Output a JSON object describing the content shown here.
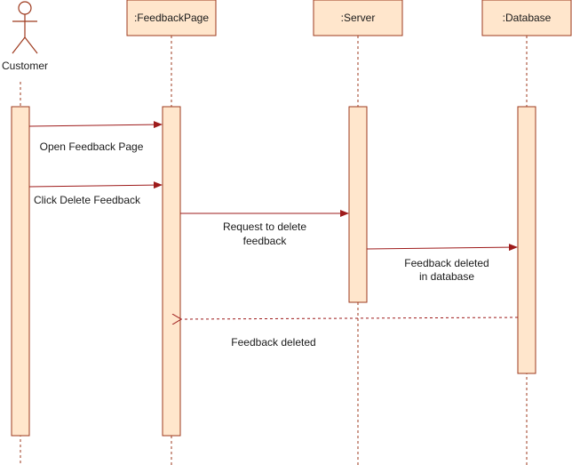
{
  "participants": {
    "customer": {
      "label": "Customer"
    },
    "feedback_page": {
      "label": ":FeedbackPage"
    },
    "server": {
      "label": ":Server"
    },
    "database": {
      "label": ":Database"
    }
  },
  "messages": {
    "open_feedback": {
      "label": "Open Feedback Page"
    },
    "click_delete": {
      "label": "Click Delete Feedback"
    },
    "request_delete": {
      "line1": "Request to delete",
      "line2": "feedback"
    },
    "deleted_in_db": {
      "line1": "Feedback deleted",
      "line2": "in database"
    },
    "feedback_deleted": {
      "label": "Feedback deleted"
    }
  },
  "colors": {
    "box_fill": "#ffe6cc",
    "box_stroke": "#9e3a1e",
    "arrow": "#9e1b1b"
  }
}
